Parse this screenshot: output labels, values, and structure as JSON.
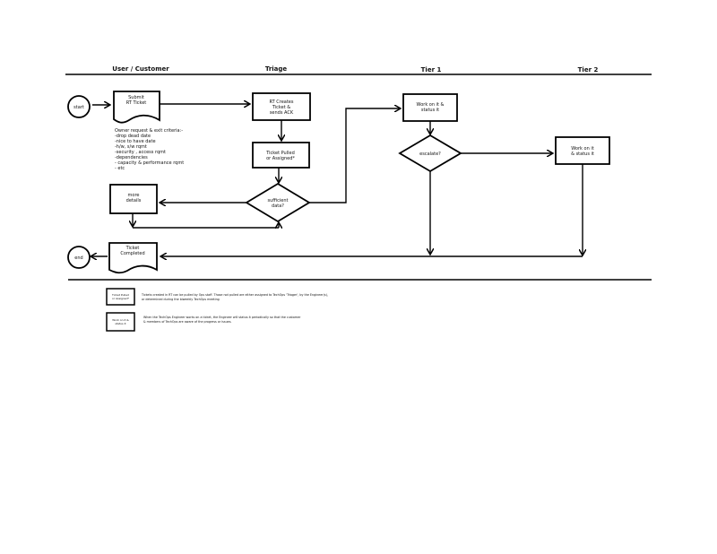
{
  "lanes": [
    "User / Customer",
    "Triage",
    "Tier 1",
    "Tier 2"
  ],
  "nodes": {
    "start": "start",
    "submit": [
      "Submit",
      "RT Ticket"
    ],
    "rt_creates": [
      "RT Creates",
      "Ticket  &",
      "sends ACK"
    ],
    "ticket_pulled": [
      "Ticket Pulled",
      "or Assigned*"
    ],
    "sufficient": [
      "sufficient",
      "data?"
    ],
    "more_details": [
      "more",
      "details"
    ],
    "tier1_work": [
      "Work on it &",
      "status it"
    ],
    "escalate": "escalate?",
    "tier2_work": [
      "Work on it",
      "& status it"
    ],
    "ticket_completed": [
      "Ticket",
      "Completed"
    ],
    "end": "end"
  },
  "criteria_note": [
    "Owner request & exit criteria:-",
    "-drop dead date",
    "-nice to have date",
    "-h/w, s/w rqmt",
    "-security , access rqmt",
    "-dependencies",
    "- capacity & performance rqmt",
    "- etc"
  ],
  "legend": [
    {
      "box": [
        "Ticket Pulled",
        "or Assigned*"
      ],
      "text": [
        "Tickets created in RT can be pulled by Ops staff. Those not pulled are either assigned to TechOps 'Triager', by the Engineer(s),",
        "or determined during the biweekly TechOps meeting"
      ]
    },
    {
      "box": [
        "Work on it &",
        "status it"
      ],
      "text": [
        "When the TechOps Engineer works on a ticket, the Engineer will status it periodically so that the customer",
        "& members of TechOps are aware of the progress or issues."
      ]
    }
  ]
}
